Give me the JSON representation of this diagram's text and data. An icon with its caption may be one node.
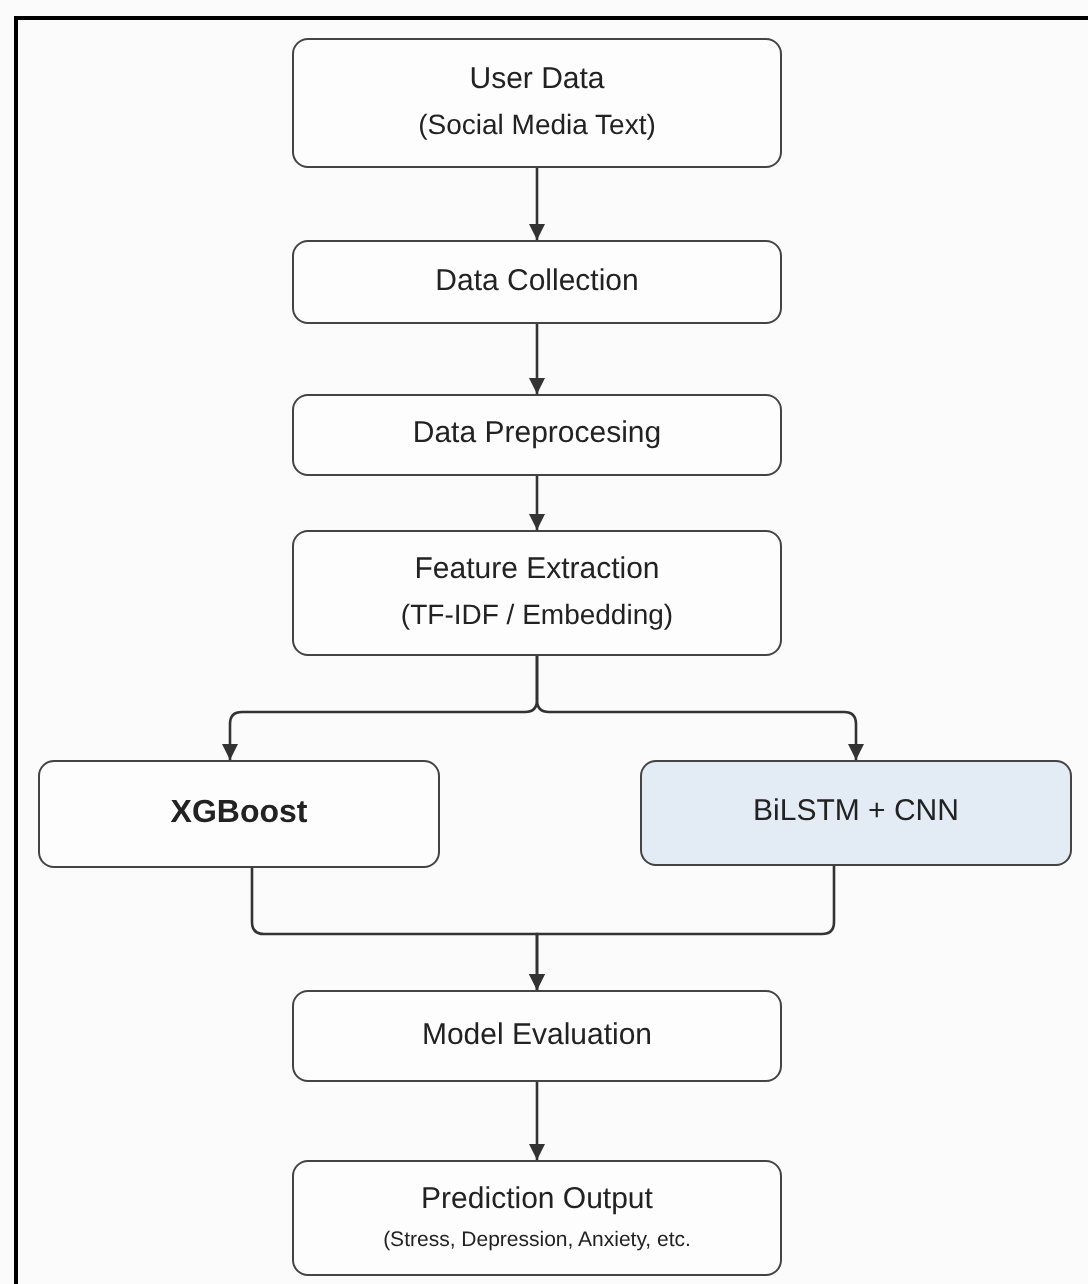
{
  "diagram": {
    "nodes": [
      {
        "text": [
          "User Data",
          "(Social Media Text)"
        ]
      },
      {
        "text": [
          "Data Collection"
        ]
      },
      {
        "text": [
          "Data Preprocesing"
        ]
      },
      {
        "text": [
          "Feature Extraction",
          "(TF-IDF / Embedding)"
        ]
      },
      {
        "text": [
          "XGBoost"
        ]
      },
      {
        "text": [
          "BiLSTM + CNN"
        ]
      },
      {
        "text": [
          "Model Evaluation"
        ]
      },
      {
        "text": [
          "Prediction Output",
          "(Stress, Depression, Anxiety, etc."
        ]
      }
    ],
    "edges": [
      {
        "from": 0,
        "to": 1,
        "arrow": "to"
      },
      {
        "from": 1,
        "to": 2,
        "arrow": "to"
      },
      {
        "from": 2,
        "to": 3,
        "arrow": "to"
      },
      {
        "from": 3,
        "to": 4,
        "arrow": "to"
      },
      {
        "from": 3,
        "to": 5,
        "arrow": "to"
      },
      {
        "from": 4,
        "to": 6,
        "arrow": "to"
      },
      {
        "from": 5,
        "to": 6,
        "arrow": "to"
      },
      {
        "from": 6,
        "to": 7,
        "arrow": "to"
      }
    ]
  }
}
